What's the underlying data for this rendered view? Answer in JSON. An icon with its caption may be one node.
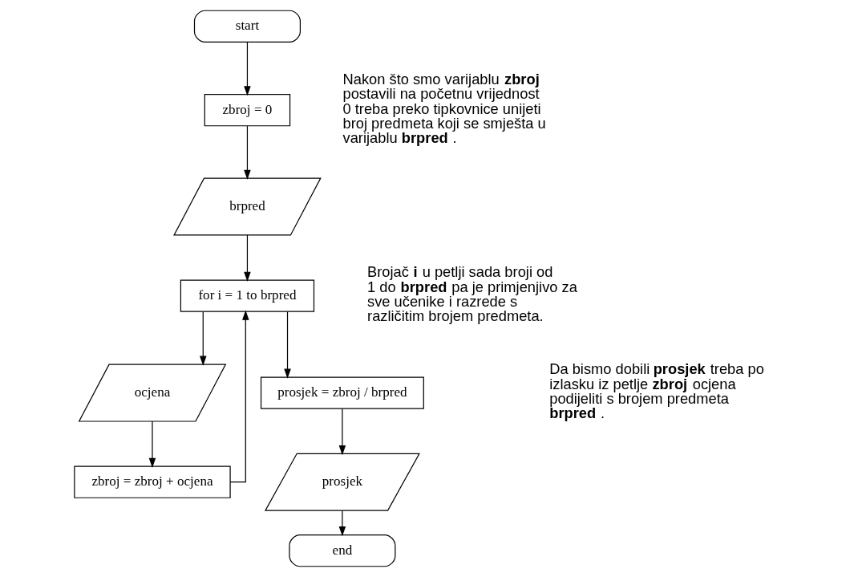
{
  "diagram": {
    "nodes": [
      {
        "text": [
          "start"
        ]
      },
      {
        "text": [
          "zbroj = 0"
        ]
      },
      {
        "text": [
          "brpred"
        ]
      },
      {
        "text": [
          "for i = 1 to brpred"
        ]
      },
      {
        "text": [
          "ocjena"
        ]
      },
      {
        "text": [
          "zbroj = zbroj + ocjena"
        ]
      },
      {
        "text": [
          "prosjek = zbroj / brpred"
        ]
      },
      {
        "text": [
          "prosjek"
        ]
      },
      {
        "text": [
          "end"
        ]
      }
    ],
    "edges": [
      {
        "from": 0,
        "to": 1,
        "arrow": "to"
      },
      {
        "from": 1,
        "to": 2,
        "arrow": "to"
      },
      {
        "from": 2,
        "to": 3,
        "arrow": "to"
      },
      {
        "from": 3,
        "to": 4,
        "arrow": "to"
      },
      {
        "from": 4,
        "to": 5,
        "arrow": "to"
      },
      {
        "from": 5,
        "to": 3,
        "arrow": "to"
      },
      {
        "from": 3,
        "to": 6,
        "arrow": "to"
      },
      {
        "from": 6,
        "to": 7,
        "arrow": "to"
      },
      {
        "from": 7,
        "to": 8,
        "arrow": "to"
      }
    ],
    "labels": [
      "Nakon što smo varijablu **zbroj** postavili na početnu vrijednost 0 treba preko tipkovnice unijeti broj predmeta koji se smješta u varijablu **brpred**.",
      "Brojač **i** u petlji sada broji od 1 do **brpred** pa je primjenjivo za sve učenike i razrede s različitim brojem predmeta.",
      "Da bismo dobili **prosjek** treba po izlasku iz petlje **zbroj** ocjena podijeliti s brojem predmeta **brpred**."
    ]
  }
}
